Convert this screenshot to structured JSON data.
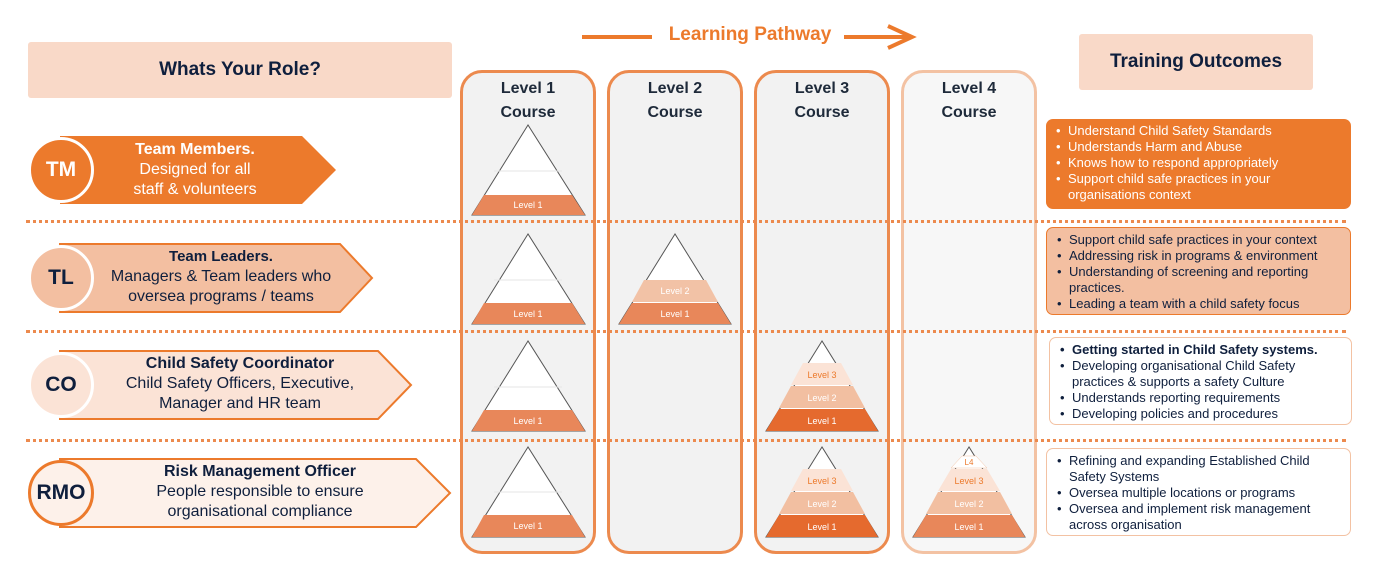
{
  "header": {
    "pathway_label": "Learning Pathway",
    "role_title": "Whats Your Role?",
    "outcomes_title": "Training Outcomes"
  },
  "levels": [
    {
      "line1": "Level 1",
      "line2": "Course"
    },
    {
      "line1": "Level 2",
      "line2": "Course"
    },
    {
      "line1": "Level 3",
      "line2": "Course"
    },
    {
      "line1": "Level 4",
      "line2": "Course"
    }
  ],
  "roles": [
    {
      "abbr": "TM",
      "title": "Team Members.",
      "desc1": "Designed for all",
      "desc2": "staff & volunteers"
    },
    {
      "abbr": "TL",
      "title": "Team Leaders.",
      "desc1": "Managers & Team leaders who",
      "desc2": "oversea programs / teams"
    },
    {
      "abbr": "CO",
      "title": "Child Safety Coordinator",
      "desc1": "Child Safety Officers, Executive,",
      "desc2": "Manager and HR team"
    },
    {
      "abbr": "RMO",
      "title": "Risk Management Officer",
      "desc1": "People responsible to ensure",
      "desc2": "organisational compliance"
    }
  ],
  "pyramid_labels": {
    "l1": "Level 1",
    "l2": "Level 2",
    "l3": "Level 3",
    "l4": "L4"
  },
  "outcomes": [
    {
      "items": [
        "Understand Child Safety Standards",
        "Understands Harm and Abuse",
        "Knows how to respond appropriately",
        "Support child safe practices in your organisations context"
      ]
    },
    {
      "items": [
        "Support child safe practices in your context",
        "Addressing risk in programs & environment",
        "Understanding of screening and reporting practices.",
        "Leading a team with  a child safety focus"
      ]
    },
    {
      "items": [
        "Getting started in Child Safety systems.",
        "Developing organisational Child Safety practices & supports a safety Culture",
        "Understands reporting requirements",
        "Developing policies and procedures"
      ]
    },
    {
      "items": [
        "Refining and expanding Established Child Safety Systems",
        "Oversea multiple locations or programs",
        "Oversea and implement risk management across organisation"
      ]
    }
  ],
  "colors": {
    "accent": "#ec7a2c",
    "peach": "#f9d9c8",
    "navy": "#0f1f3d"
  }
}
